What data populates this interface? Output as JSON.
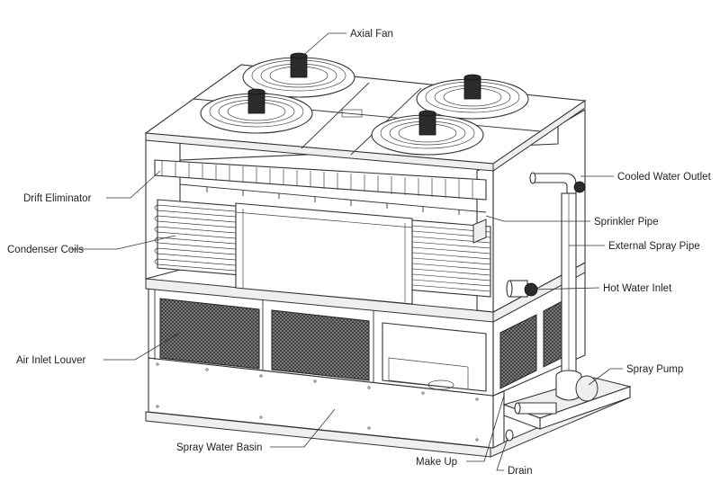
{
  "labels": {
    "axial_fan": "Axial Fan",
    "cooled_water_outlet": "Cooled Water Outlet",
    "drift_eliminator": "Drift Eliminator",
    "sprinkler_pipe": "Sprinkler Pipe",
    "condenser_coils": "Condenser Coils",
    "external_spray_pipe": "External Spray Pipe",
    "hot_water_inlet": "Hot Water Inlet",
    "air_inlet_louver": "Air Inlet Louver",
    "spray_pump": "Spray Pump",
    "spray_water_basin": "Spray Water Basin",
    "make_up": "Make Up",
    "drain": "Drain"
  },
  "colors": {
    "line": "#333333",
    "background": "#ffffff",
    "louver_mesh": "#2b2b2b"
  }
}
